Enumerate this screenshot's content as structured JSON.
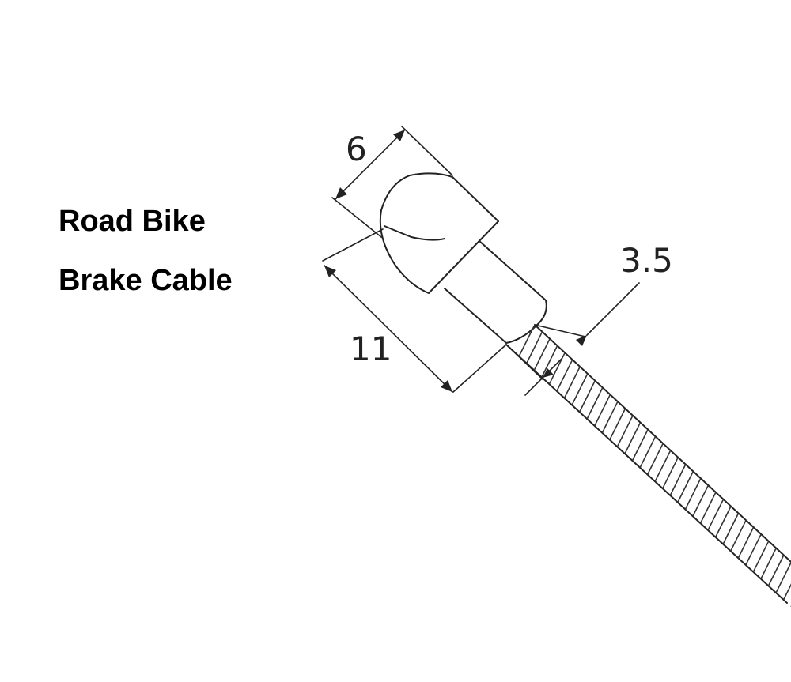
{
  "title": {
    "line1": "Road Bike",
    "line2": "Brake Cable"
  },
  "dimensions": {
    "head_diameter": "6",
    "head_length": "11",
    "cable_diameter": "3.5"
  },
  "colors": {
    "background": "#ffffff",
    "ink": "#222222",
    "text": "#000000"
  }
}
